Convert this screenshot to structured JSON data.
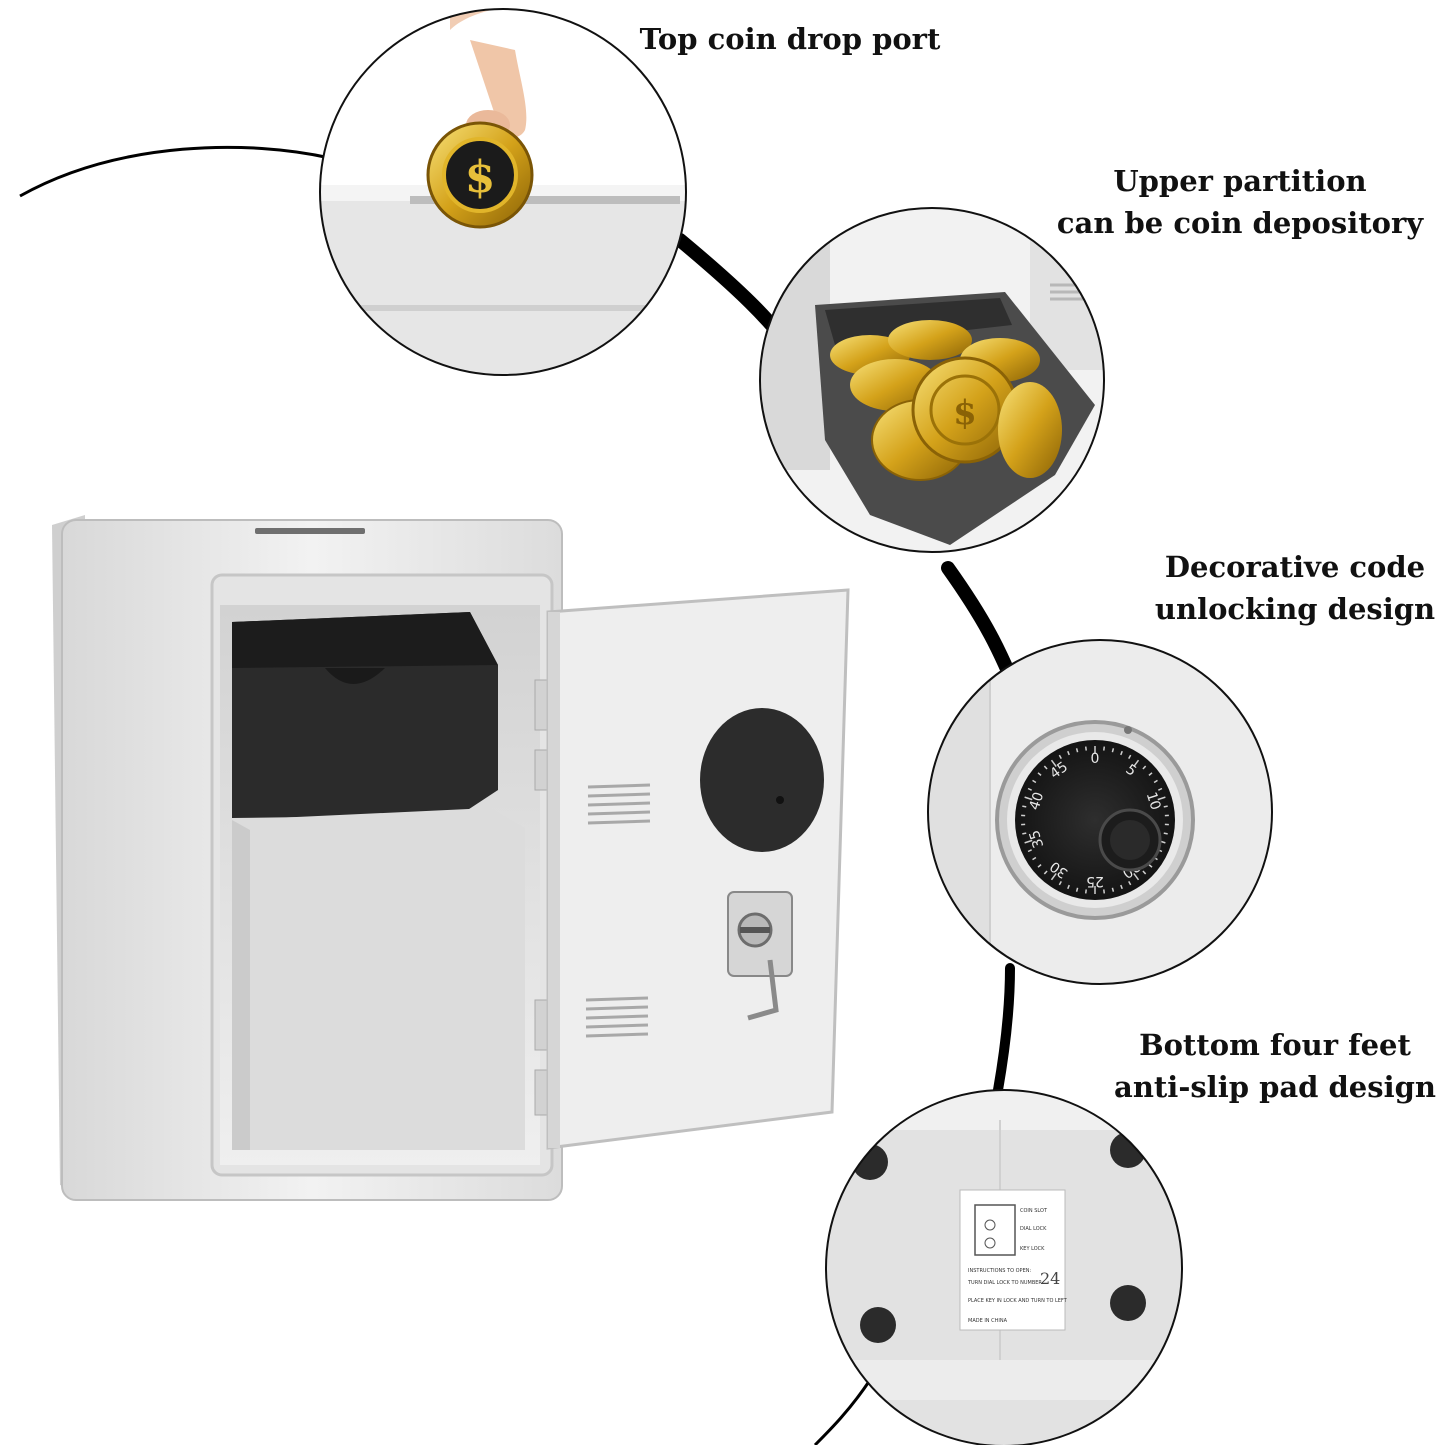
{
  "callouts": [
    {
      "id": "top-coin-drop",
      "lines": [
        "Top coin drop port"
      ]
    },
    {
      "id": "upper-partition",
      "lines": [
        "Upper partition",
        "can be coin depository"
      ]
    },
    {
      "id": "decorative-code",
      "lines": [
        "Decorative code",
        "unlocking design"
      ]
    },
    {
      "id": "bottom-feet",
      "lines": [
        "Bottom four feet",
        "anti-slip pad design"
      ]
    }
  ],
  "dial": {
    "numbers": [
      "0",
      "5",
      "10",
      "15",
      "20",
      "25",
      "30",
      "35",
      "40",
      "45"
    ]
  },
  "bottom_label": {
    "lines": [
      "COIN SLOT",
      "DIAL LOCK",
      "KEY LOCK",
      "INSTRUCTIONS TO OPEN:",
      "TURN DIAL LOCK TO NUMBER",
      "PLACE KEY IN LOCK AND TURN TO LEFT",
      "MADE IN CHINA"
    ],
    "handwritten": "24"
  },
  "coin_symbol": "$",
  "colors": {
    "safe_body": "#e9e9e9",
    "interior_dark": "#2b2b2b",
    "gold": "#d4a21a",
    "arc": "#000000"
  }
}
